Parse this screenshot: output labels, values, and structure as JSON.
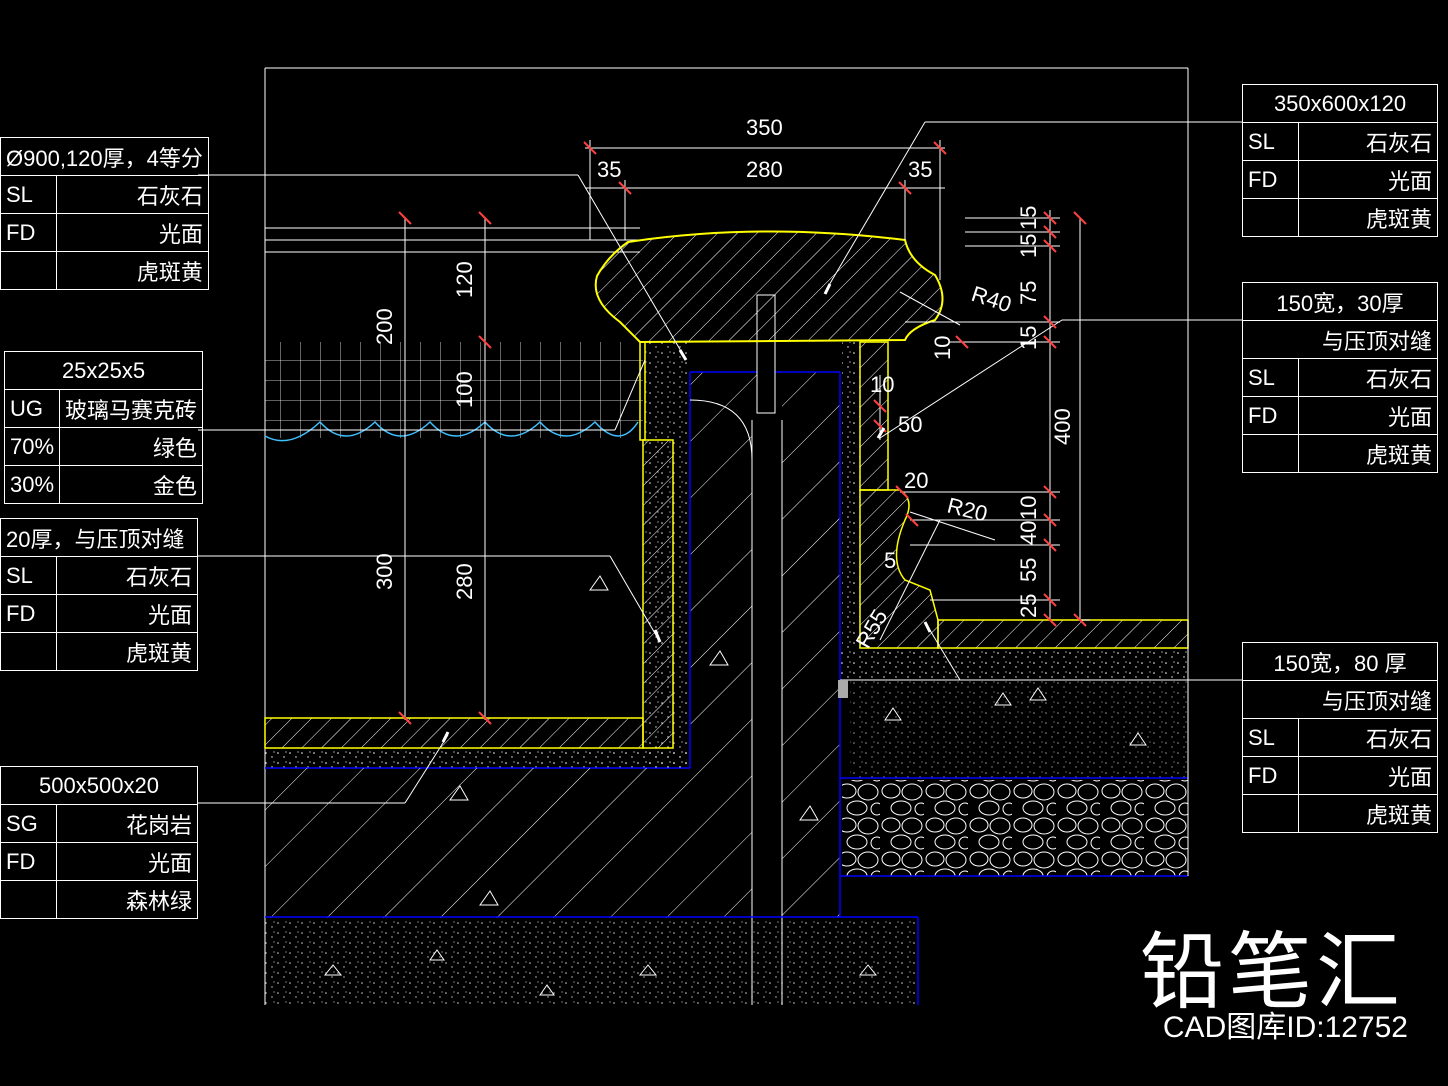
{
  "dimensions": {
    "top_total": "350",
    "top_left": "35",
    "top_mid": "280",
    "top_right": "35",
    "v_200": "200",
    "v_120": "120",
    "v_100": "100",
    "v_300": "300",
    "v_280": "280",
    "r15a": "15",
    "r15b": "15",
    "r75": "75",
    "r15c": "15",
    "r400": "400",
    "r10a": "10",
    "r10b": "10",
    "r50": "50",
    "r20": "20",
    "r10c": "10",
    "r40": "40",
    "r55": "55",
    "r25": "25",
    "r5": "5",
    "radius_40": "R40",
    "radius_20": "R20",
    "radius_55": "R55"
  },
  "notes_left": [
    {
      "head": "Ø900,120厚，4等分",
      "rows": [
        [
          "SL",
          "石灰石"
        ],
        [
          "FD",
          "光面"
        ],
        [
          "",
          "虎斑黄"
        ]
      ]
    },
    {
      "head": "25x25x5",
      "rows": [
        [
          "UG",
          "玻璃马赛克砖"
        ],
        [
          "70%",
          "绿色"
        ],
        [
          "30%",
          "金色"
        ]
      ]
    },
    {
      "head": "20厚，与压顶对缝",
      "rows": [
        [
          "SL",
          "石灰石"
        ],
        [
          "FD",
          "光面"
        ],
        [
          "",
          "虎斑黄"
        ]
      ]
    },
    {
      "head": "500x500x20",
      "rows": [
        [
          "SG",
          "花岗岩"
        ],
        [
          "FD",
          "光面"
        ],
        [
          "",
          "森林绿"
        ]
      ]
    }
  ],
  "notes_right": [
    {
      "head": "350x600x120",
      "rows": [
        [
          "SL",
          "石灰石"
        ],
        [
          "FD",
          "光面"
        ],
        [
          "",
          "虎斑黄"
        ]
      ]
    },
    {
      "head": "150宽，30厚",
      "sub": "与压顶对缝",
      "rows": [
        [
          "SL",
          "石灰石"
        ],
        [
          "FD",
          "光面"
        ],
        [
          "",
          "虎斑黄"
        ]
      ]
    },
    {
      "head": "150宽，80 厚",
      "sub": "与压顶对缝",
      "rows": [
        [
          "SL",
          "石灰石"
        ],
        [
          "FD",
          "光面"
        ],
        [
          "",
          "虎斑黄"
        ]
      ]
    }
  ],
  "brand": {
    "name": "铅笔汇",
    "id": "CAD图库ID:12752"
  },
  "colors": {
    "outline_yellow": "#ffff00",
    "boundary_blue": "#0000ff",
    "tick_red": "#ff4040",
    "mosaic_cyan": "#40c0ff",
    "background": "#000000"
  }
}
